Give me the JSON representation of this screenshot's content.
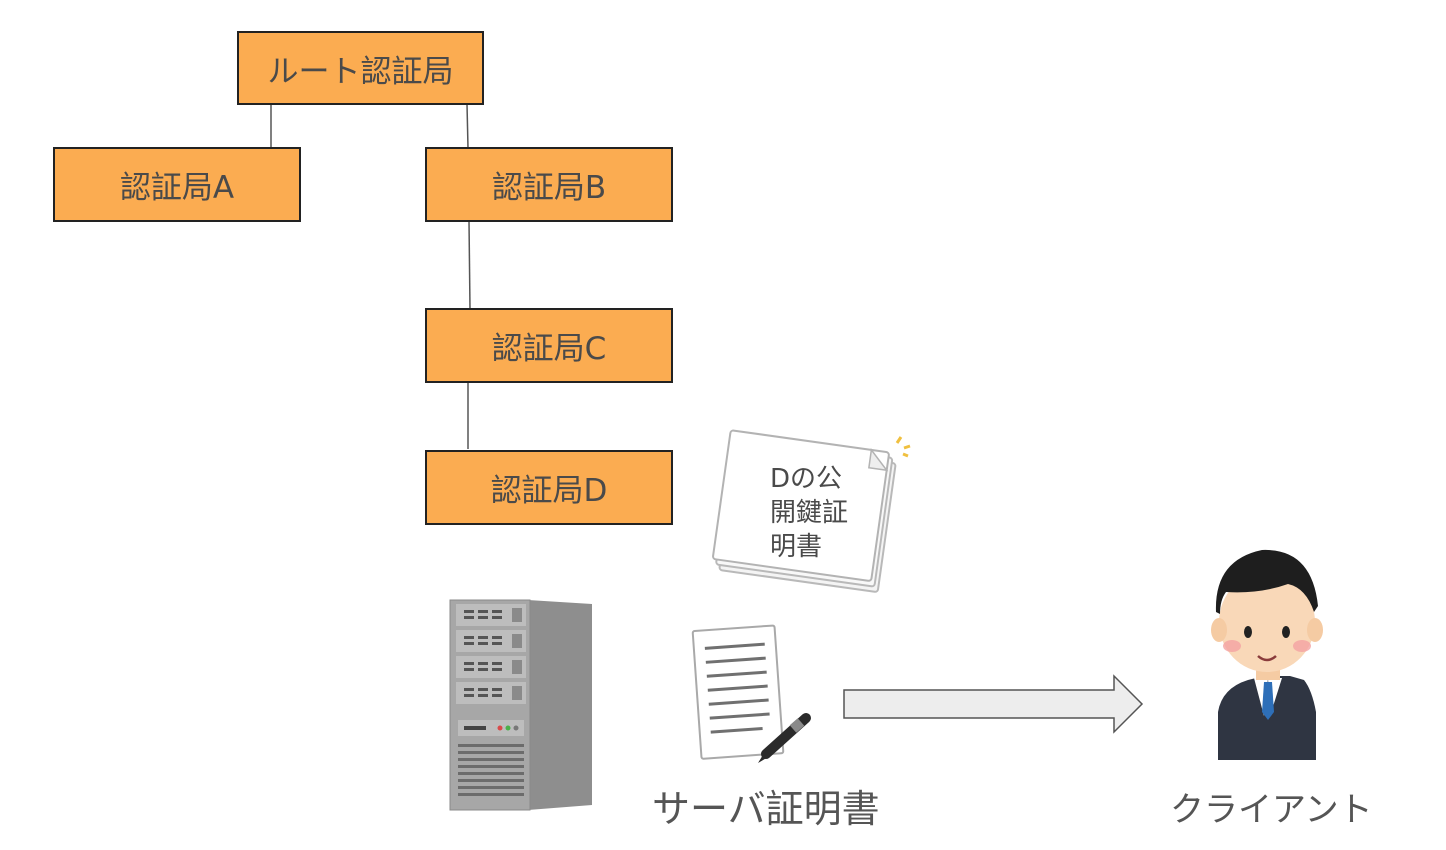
{
  "ca_tree": {
    "root": "ルート認証局",
    "ca_a": "認証局A",
    "ca_b": "認証局B",
    "ca_c": "認証局C",
    "ca_d": "認証局D"
  },
  "public_key_document": {
    "lines": [
      "Dの公",
      "開鍵証",
      "明書"
    ]
  },
  "server_certificate_label": "サーバ証明書",
  "client_label": "クライアント",
  "colors": {
    "ca_box_fill": "#FBAC51",
    "ca_box_border": "#222222",
    "arrow_fill": "#EDEDED",
    "server_body": "#9E9E9E"
  }
}
